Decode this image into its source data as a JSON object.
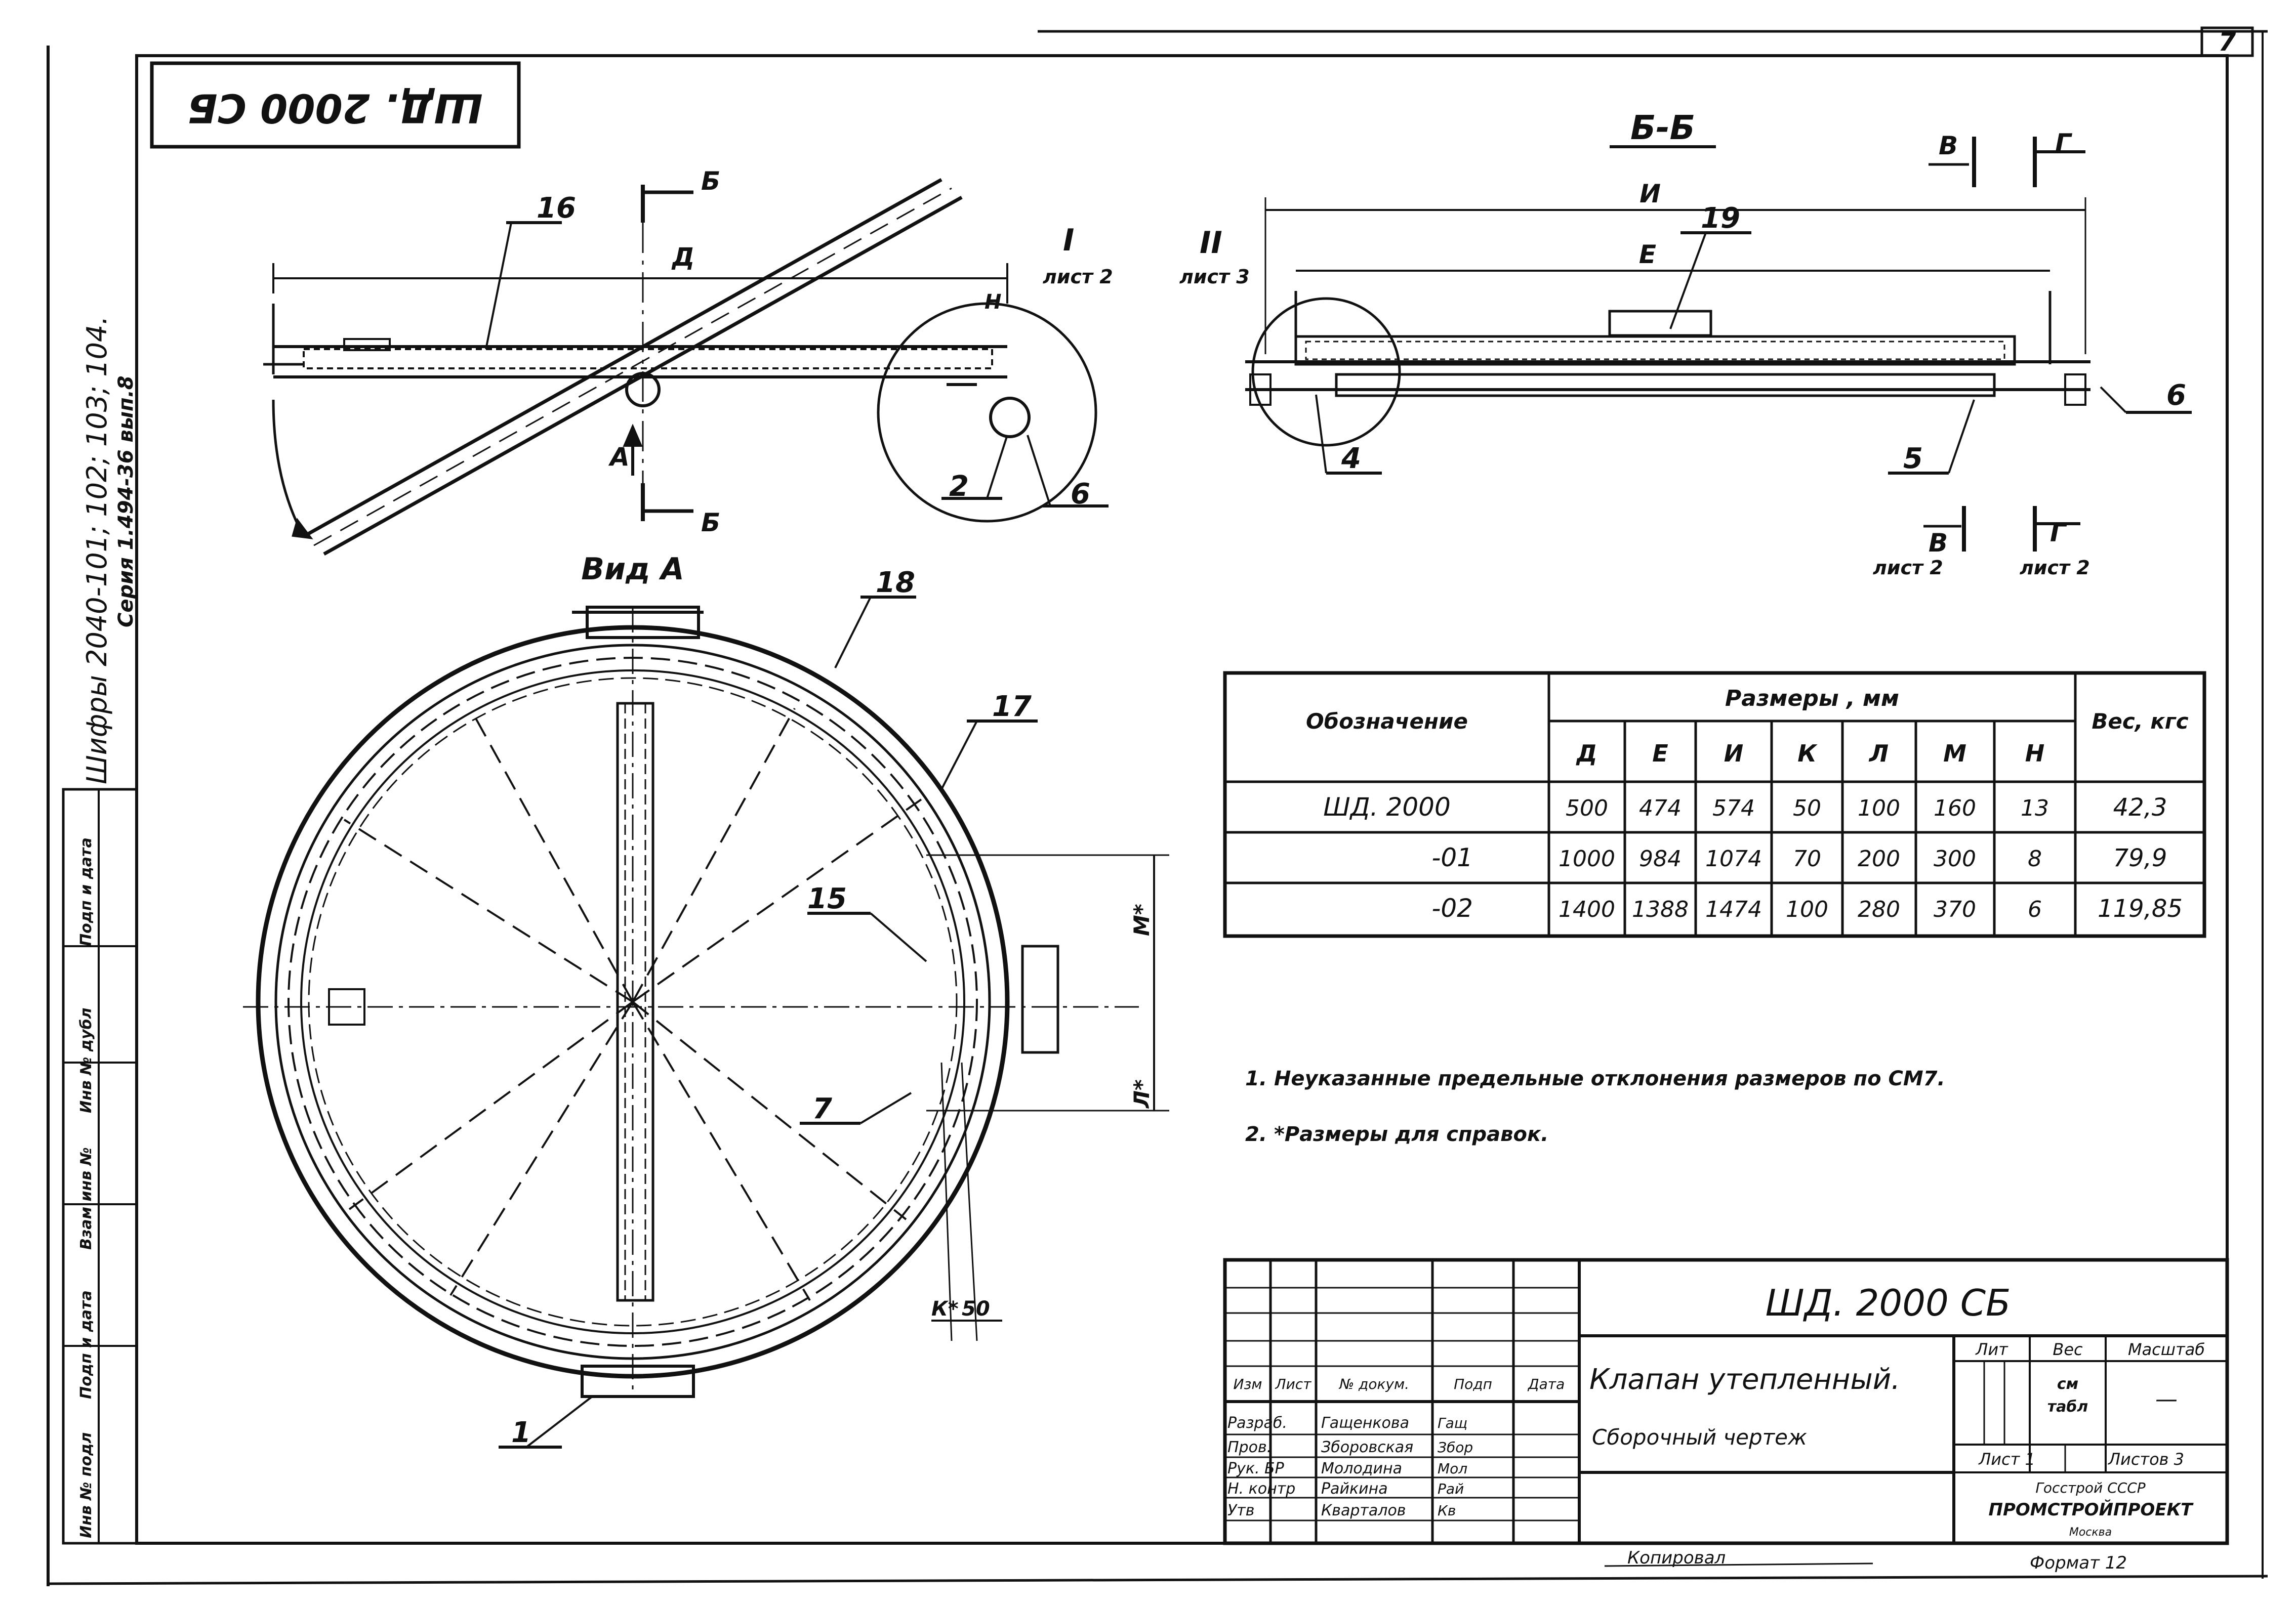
{
  "sheet_number": "7",
  "corner_stamp": "ШД. 2000 СБ",
  "margin_note_1": "Шифры 2040-101; 102; 103; 104.",
  "margin_note_2": "Серия 1.494-36 вып.8",
  "side_stamp_labels": [
    "Инв № подл",
    "Подп и дата",
    "Взам инв №",
    "Инв № дубл",
    "Подп и дата"
  ],
  "section_bb_title": "Б-Б",
  "view_a_title": "Вид А",
  "section_marks": {
    "b": "Б",
    "v": "В",
    "g": "Г",
    "a": "А"
  },
  "detail_callouts": {
    "i_mark": "I",
    "i_sheet": "лист 2",
    "ii_mark": "II",
    "ii_sheet": "лист 3",
    "v_sheet": "лист 2",
    "g_sheet": "лист 2"
  },
  "dimension_letters": {
    "d": "Д",
    "n": "Н",
    "i": "И",
    "e": "Е",
    "m": "М*",
    "l": "Л*",
    "k": "К*",
    "k50": "50"
  },
  "part_numbers": [
    "16",
    "2",
    "6",
    "19",
    "6",
    "4",
    "5",
    "18",
    "17",
    "15",
    "7",
    "1"
  ],
  "table": {
    "col_designation": "Обозначение",
    "group_header": "Размеры , мм",
    "col_weight": "Вес, кгс",
    "dim_columns": [
      "Д",
      "Е",
      "И",
      "К",
      "Л",
      "М",
      "Н"
    ],
    "rows": [
      {
        "name": "ШД. 2000",
        "values": [
          "500",
          "474",
          "574",
          "50",
          "100",
          "160",
          "13"
        ],
        "weight": "42,3"
      },
      {
        "name": "-01",
        "values": [
          "1000",
          "984",
          "1074",
          "70",
          "200",
          "300",
          "8"
        ],
        "weight": "79,9"
      },
      {
        "name": "-02",
        "values": [
          "1400",
          "1388",
          "1474",
          "100",
          "280",
          "370",
          "6"
        ],
        "weight": "119,85"
      }
    ]
  },
  "notes": [
    "1. Неуказанные предельные отклонения размеров по СМ7.",
    "2. *Размеры для справок."
  ],
  "title_block": {
    "designation": "ШД. 2000 СБ",
    "name_line1": "Клапан утепленный.",
    "name_line2": "Сборочный чертеж",
    "col_headers": [
      "Изм",
      "Лист",
      "№ докум.",
      "Подп",
      "Дата"
    ],
    "roles": [
      {
        "role": "Разраб.",
        "name": "Гащенкова",
        "sign": "Гащ"
      },
      {
        "role": "Пров.",
        "name": "Зборовская",
        "sign": "Збор"
      },
      {
        "role": "Рук. БР",
        "name": "Молодина",
        "sign": "Мол"
      },
      {
        "role": "Н. контр",
        "name": "Райкина",
        "sign": "Рай"
      },
      {
        "role": "Утв",
        "name": "Кварталов",
        "sign": "Кв"
      }
    ],
    "lit_label": "Лит",
    "weight_label": "Вес",
    "scale_label": "Масштаб",
    "weight_value_1": "см",
    "weight_value_2": "табл",
    "scale_value": "—",
    "sheet_label": "Лист 1",
    "sheets_label": "Листов 3",
    "org_1": "Госстрой СССР",
    "org_2": "ПРОМСТРОЙПРОЕКТ",
    "org_3": "Москва"
  },
  "copied_label": "Копировал",
  "format_label": "Формат 12"
}
